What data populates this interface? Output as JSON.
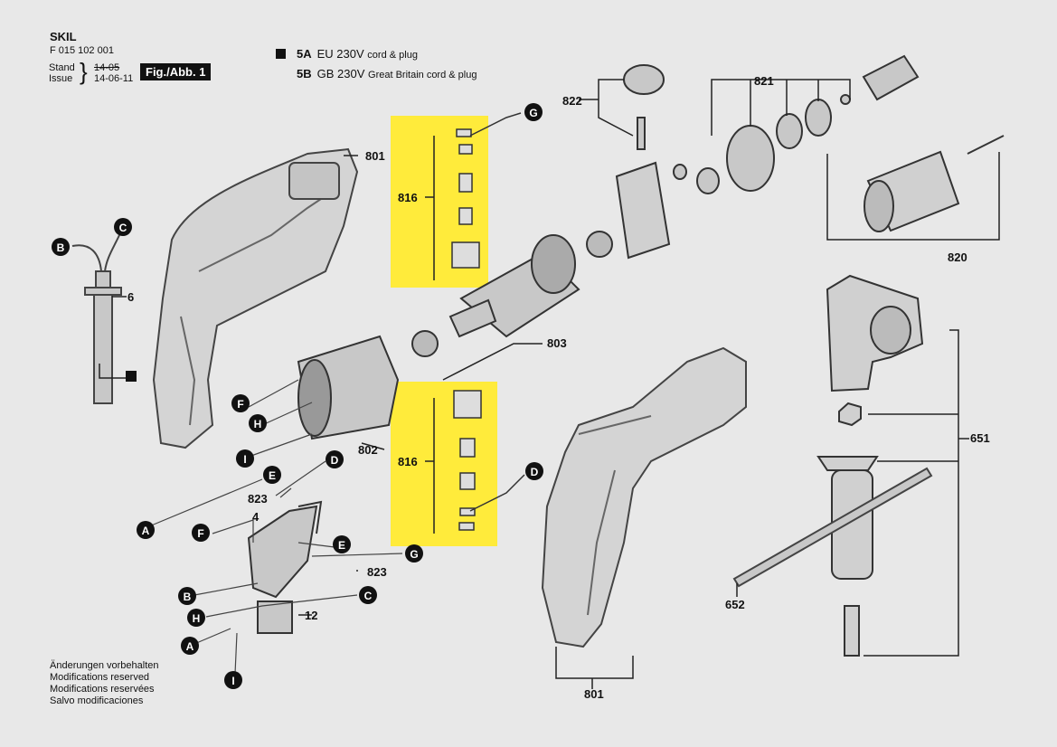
{
  "header": {
    "brand": "SKIL",
    "doc_number": "F 015 102 001",
    "stand_label": "Stand",
    "issue_label": "Issue",
    "stand_value": "14-05",
    "issue_value": "14-06-11",
    "figure_label": "Fig./Abb. 1"
  },
  "legend": [
    {
      "code": "5A",
      "text": "EU 230V",
      "detail": "cord & plug"
    },
    {
      "code": "5B",
      "text": "GB 230V",
      "detail": "Great Britain cord & plug"
    }
  ],
  "notes": [
    "Änderungen vorbehalten",
    "Modifications reserved",
    "Modifications reservées",
    "Salvo modificaciones"
  ],
  "part_numbers": {
    "housing_top": "801",
    "housing_bottom": "801",
    "stator": "802",
    "armature": "803",
    "brushes_top": "816",
    "brushes_bottom": "816",
    "chuck": "820",
    "gear_set": "821",
    "knob": "822",
    "strain_top": "823",
    "strain_bottom": "823",
    "aux_handle": "651",
    "depth_rod": "652",
    "cord": "6",
    "switch": "4",
    "switch_base": "12"
  },
  "wire_callouts": {
    "G1": "G",
    "C1": "C",
    "B1": "B",
    "F1": "F",
    "H1": "H",
    "I1": "I",
    "E1": "E",
    "D1": "D",
    "A1": "A",
    "F2": "F",
    "E2": "E",
    "G2": "G",
    "B2": "B",
    "C2": "C",
    "H2": "H",
    "A2": "A",
    "I2": "I",
    "D2": "D"
  },
  "colors": {
    "highlight": "#ffeb3b",
    "ink": "#111111",
    "background": "#e8e8e8"
  }
}
